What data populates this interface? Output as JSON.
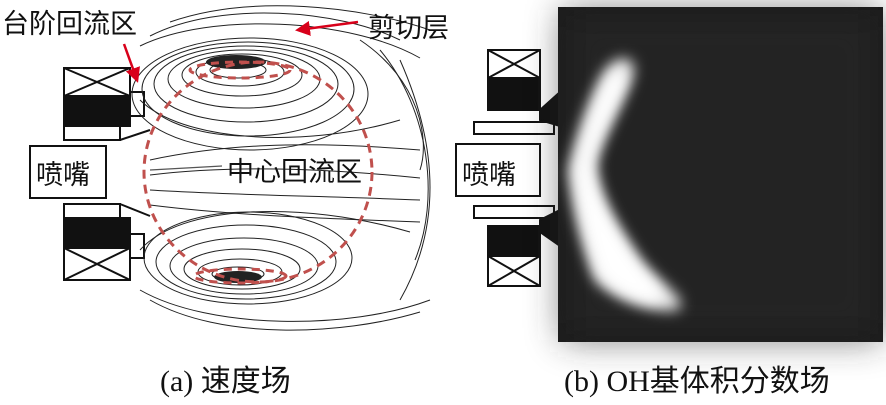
{
  "left_panel": {
    "caption": "(a) 速度场",
    "labels": {
      "step_recirculation": "台阶回流区",
      "shear_layer": "剪切层",
      "nozzle": "喷嘴",
      "central_recirculation": "中心回流区"
    },
    "colors": {
      "arrow": "#d8001a",
      "dashed_boundary": "#c0504d",
      "streamline": "#222222"
    }
  },
  "right_panel": {
    "caption": "(b) OH基体积分数场",
    "labels": {
      "nozzle": "喷嘴"
    },
    "colors": {
      "background": "#1a1a1a",
      "flame": "#f2f2f2"
    }
  }
}
